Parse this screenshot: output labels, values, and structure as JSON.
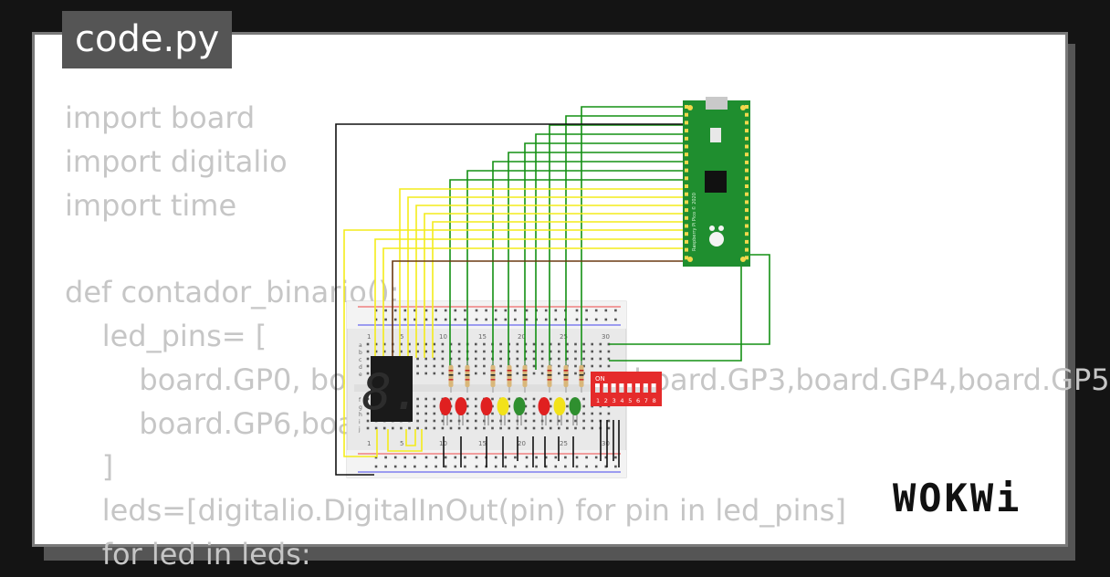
{
  "tab": {
    "filename": "code.py"
  },
  "code": {
    "lines": [
      "import board",
      "import digitalio",
      "import time",
      "",
      "def contador_binario():",
      "    led_pins= [",
      "        board.GP0, board.GP1,board.GP2,board.GP3,board.GP4,board.GP5",
      "        board.GP6,board.GP7",
      "    ]",
      "    leds=[digitalio.DigitalInOut(pin) for pin in led_pins]",
      "    for led in leds:"
    ]
  },
  "diagram": {
    "seven_segment_digit": "8.",
    "dip_switch": {
      "label": "ON",
      "numbers": [
        "1",
        "2",
        "3",
        "4",
        "5",
        "6",
        "7",
        "8"
      ]
    },
    "breadboard": {
      "col_labels": [
        "1",
        "5",
        "10",
        "15",
        "20",
        "25",
        "30"
      ],
      "row_labels_top": [
        "a",
        "b",
        "c",
        "d",
        "e"
      ],
      "row_labels_bottom": [
        "f",
        "g",
        "h",
        "i",
        "j"
      ]
    },
    "pico": {
      "silk": "Raspberry Pi Pico © 2020"
    },
    "led_colors": [
      "#e02020",
      "#e02020",
      "#e02020",
      "#f2e21a",
      "#2f8f2f",
      "#e02020",
      "#f2e21a",
      "#2f8f2f"
    ],
    "wire_colors": {
      "green": "#149014",
      "yellow": "#f4ec1a",
      "black": "#111111",
      "brown": "#6b3a12"
    }
  },
  "brand": {
    "logo": "WOKWi"
  }
}
